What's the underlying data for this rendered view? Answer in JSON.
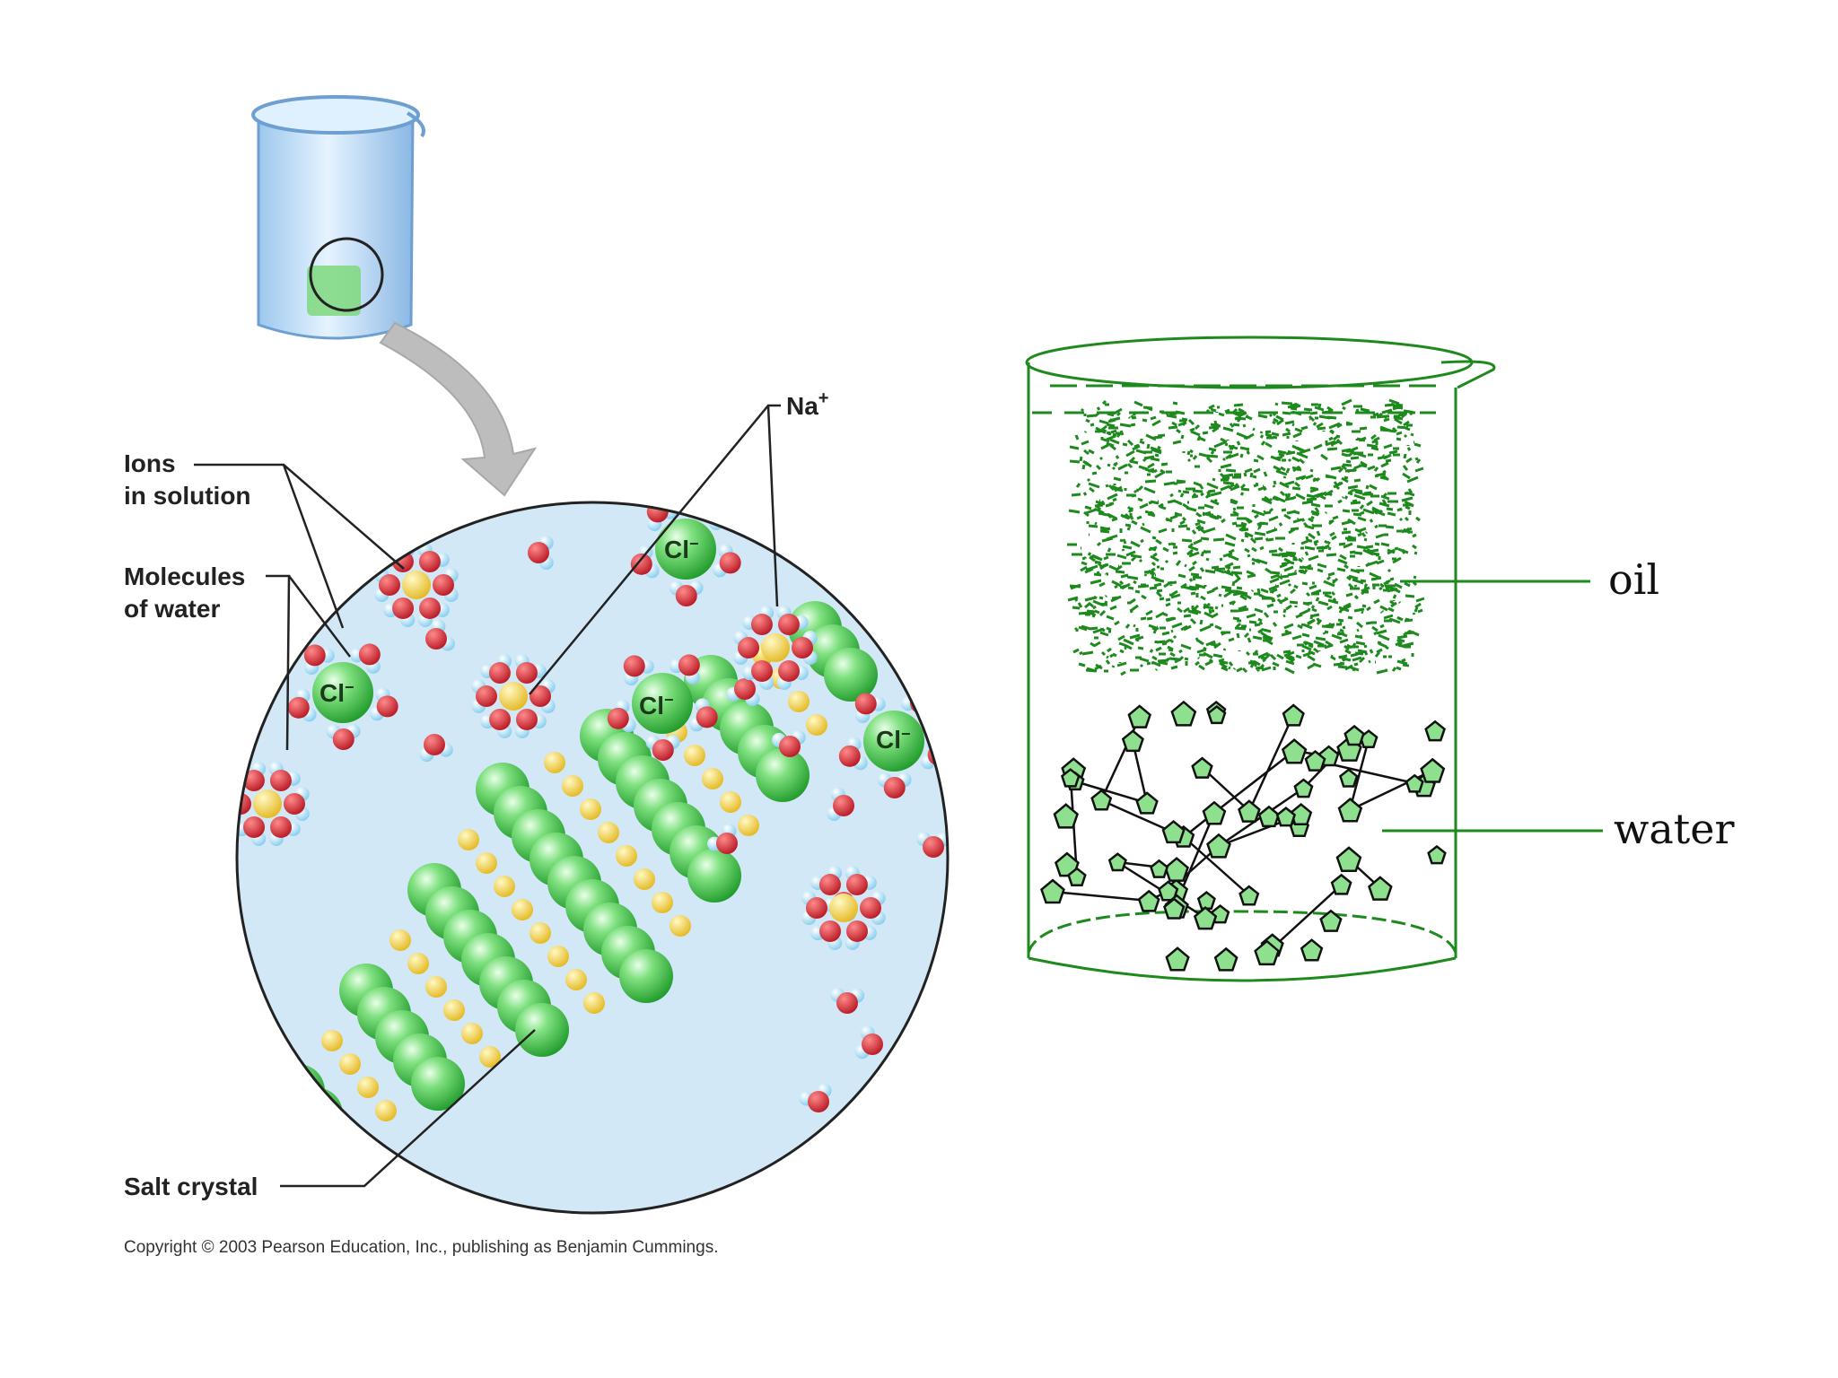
{
  "left_panel": {
    "labels": {
      "ions_line1": "Ions",
      "ions_line2": "in solution",
      "water_line1": "Molecules",
      "water_line2": "of water",
      "salt": "Salt crystal",
      "na_plus": "Na",
      "na_sup": "+",
      "cl_minus": "Cl",
      "cl_sup": "−"
    },
    "copyright": "Copyright © 2003 Pearson Education, Inc., publishing as Benjamin Cummings.",
    "colors": {
      "solution": "#cfe6f6",
      "chloride": "#3fc24a",
      "sodium": "#f2c62b",
      "oxygen": "#d11a26",
      "hydrogen": "#8fd3f0"
    }
  },
  "right_panel": {
    "labels": {
      "oil": "oil",
      "water": "water"
    },
    "colors": {
      "outline": "#1e8a1e",
      "droplet": "#8ee08e"
    }
  }
}
